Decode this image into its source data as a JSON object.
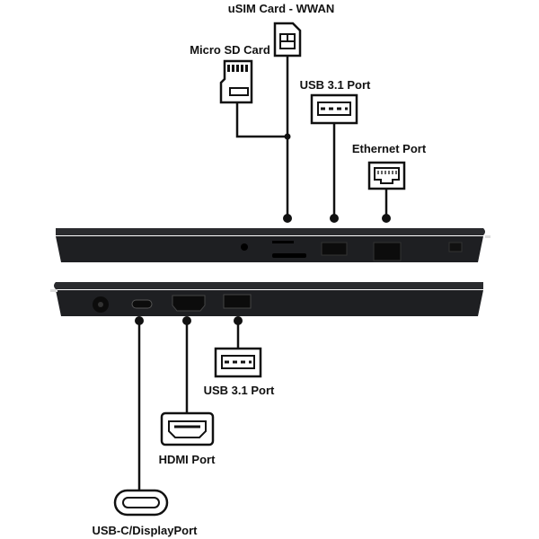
{
  "labels": {
    "usim": "uSIM Card - WWAN",
    "microsd": "Micro SD Card",
    "usb_top": "USB 3.1 Port",
    "ethernet": "Ethernet Port",
    "usb_bottom": "USB 3.1 Port",
    "hdmi": "HDMI Port",
    "usbc": "USB-C/DisplayPort"
  },
  "colors": {
    "laptop": "#1e1f22",
    "line": "#111111"
  }
}
